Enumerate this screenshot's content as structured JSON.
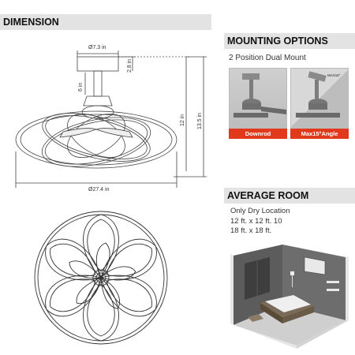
{
  "dimension": {
    "title": "DIMENSION",
    "canopy_diameter": "Ø7.3 in",
    "canopy_height": "2.8 in",
    "downrod_length": "6 in",
    "ceiling_to_blade": "12 in",
    "total_height": "13.5 in",
    "fan_diameter": "Ø27.4 in"
  },
  "mounting": {
    "title": "MOUNTING OPTIONS",
    "subtitle": "2 Position Dual Mount",
    "option1": "Downrod",
    "option2": "Max15°Angle",
    "angle_note": "MAX15°"
  },
  "room": {
    "title": "AVERAGE ROOM",
    "lines": [
      "Only Dry Location",
      "12 ft. x 12 ft. 10",
      "18 ft. x 18 ft."
    ]
  },
  "colors": {
    "accent_red": "#e0391b",
    "header_gray": "#e3e3e3"
  }
}
